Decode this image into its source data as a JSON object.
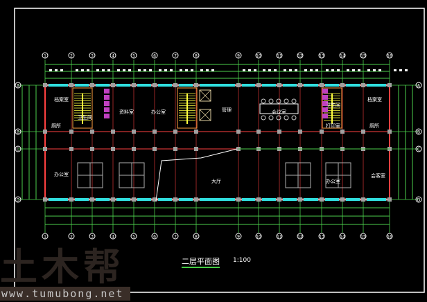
{
  "drawing": {
    "title": "二层平面图",
    "scale": "1:100",
    "axis_top": [
      "1",
      "2",
      "3",
      "4",
      "5",
      "6",
      "7",
      "8",
      "9",
      "10",
      "11",
      "12",
      "13",
      "14",
      "15",
      "16"
    ],
    "axis_left": [
      "A",
      "B",
      "C",
      "D"
    ],
    "rooms": [
      "档案室",
      "厕所",
      "卫生间",
      "资料室",
      "办公室",
      "管理",
      "会议室",
      "卫生间",
      "档案室",
      "厕所",
      "打印室",
      "办公室",
      "大厅",
      "办公室",
      "会客室"
    ]
  },
  "watermark": {
    "logo": "土木帮",
    "url": "www.tumubong.net"
  },
  "colors": {
    "wall": "#ff4040",
    "window": "#30e0e0",
    "dim": "#4cd04c",
    "column": "#a0a0a0",
    "stair": "#ffff40",
    "frame": "#ffffff"
  }
}
